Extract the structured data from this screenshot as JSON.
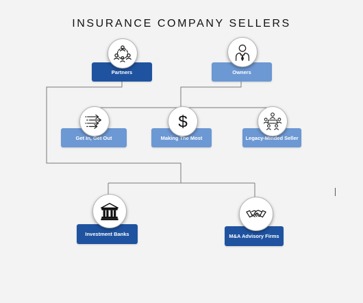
{
  "title": "INSURANCE COMPANY SELLERS",
  "colors": {
    "dark_blue": "#1f53a0",
    "light_blue": "#6c98d4",
    "connector": "#7a7a7a",
    "background": "#f3f3f3"
  },
  "nodes": {
    "partners": {
      "label": "Partners",
      "icon": "people-network-icon"
    },
    "owners": {
      "label": "Owners",
      "icon": "businessman-icon"
    },
    "get_in_get_out": {
      "label": "Get In, Get Out",
      "icon": "speed-arrows-icon"
    },
    "making_the_most": {
      "label": "Making The Most",
      "icon": "dollar-icon"
    },
    "legacy_minded_seller": {
      "label": "Legacy-Minded Seller",
      "icon": "team-meeting-icon"
    },
    "investment_banks": {
      "label": "Investment Banks",
      "icon": "bank-building-icon"
    },
    "ma_advisory_firms": {
      "label": "M&A Advisory Firms",
      "icon": "handshake-icon"
    }
  }
}
